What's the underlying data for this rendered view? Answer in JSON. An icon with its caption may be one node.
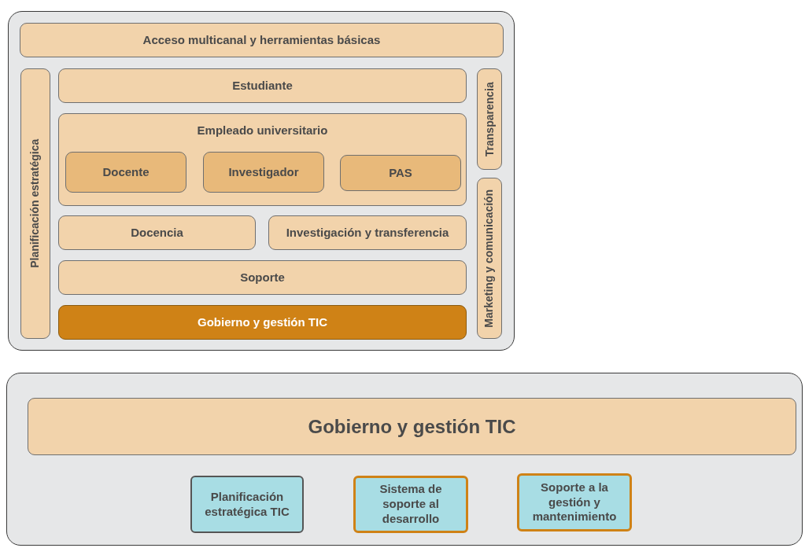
{
  "diagram": {
    "nodes": [
      {
        "text": [],
        "shape": "box"
      },
      {
        "text": [
          "Acceso multicanal y herramientas básicas"
        ],
        "in": 0
      },
      {
        "text": [
          "Planificación estratégica"
        ],
        "in": 0
      },
      {
        "text": [
          "Estudiante"
        ],
        "in": 0
      },
      {
        "text": [
          "Empleado universitario"
        ],
        "in": 0
      },
      {
        "text": [
          "Docente"
        ],
        "in": 4
      },
      {
        "text": [
          "Investigador"
        ],
        "in": 4
      },
      {
        "text": [
          "PAS"
        ],
        "in": 4
      },
      {
        "text": [
          "Transparencia"
        ],
        "in": 0
      },
      {
        "text": [
          "Marketing y comunicación"
        ],
        "in": 0
      },
      {
        "text": [
          "Docencia"
        ],
        "in": 0
      },
      {
        "text": [
          "Investigación y transferencia"
        ],
        "in": 0
      },
      {
        "text": [
          "Soporte"
        ],
        "in": 0
      },
      {
        "text": [
          "Gobierno y gestión TIC"
        ],
        "in": 0
      },
      {
        "text": [],
        "shape": "box"
      },
      {
        "text": [
          "Gobierno y gestión TIC"
        ],
        "in": 14
      },
      {
        "text": [
          "Planificación estratégica TIC"
        ],
        "in": 14
      },
      {
        "text": [
          "Sistema de soporte al desarrollo"
        ],
        "in": 14
      },
      {
        "text": [
          "Soporte a la gestión y mantenimiento"
        ],
        "in": 14
      }
    ]
  }
}
